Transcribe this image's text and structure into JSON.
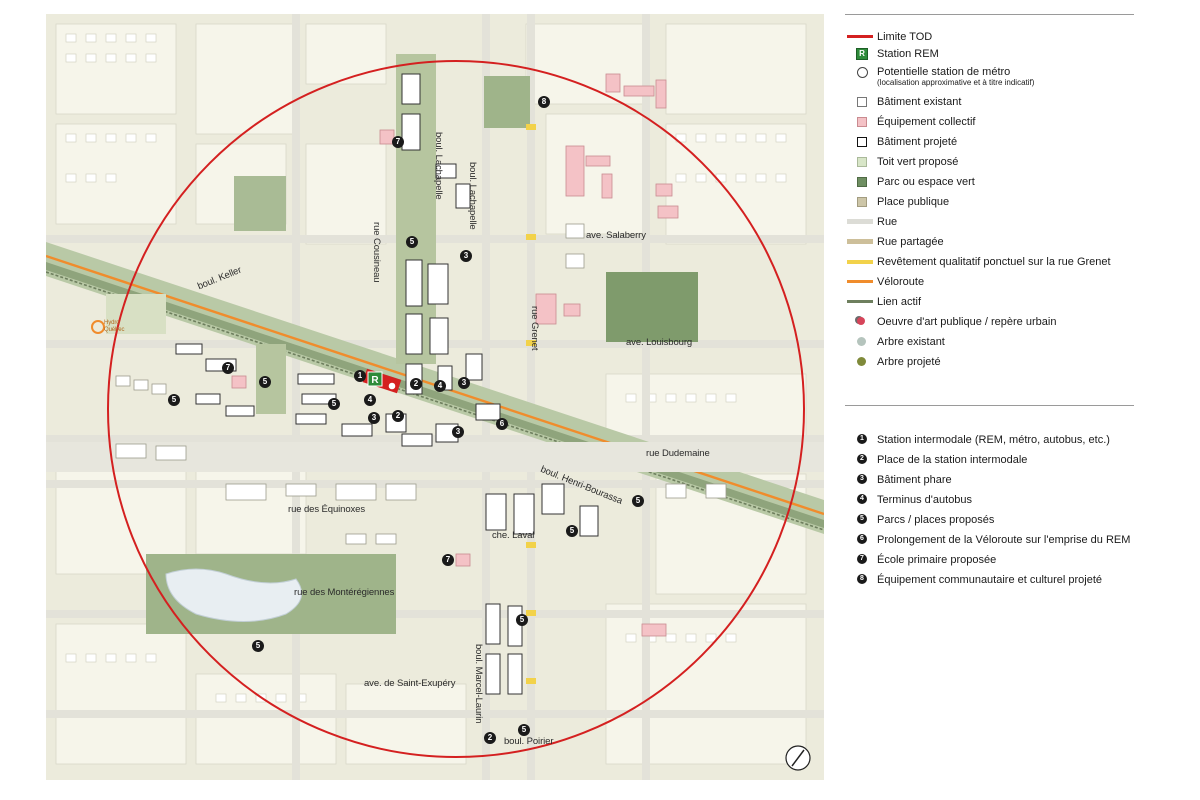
{
  "legend": {
    "items": [
      {
        "label": "Limite TOD",
        "symbol": "red-line",
        "color": "#d42020"
      },
      {
        "label": "Station REM",
        "symbol": "rem-icon",
        "color": "#2e8b3a"
      },
      {
        "label": "Potentielle station de métro",
        "sublabel": "(localisation approximative et à titre indicatif)",
        "symbol": "metro-icon"
      },
      {
        "label": "Bâtiment existant",
        "symbol": "swatch",
        "color": "#ffffff"
      },
      {
        "label": "Équipement collectif",
        "symbol": "swatch",
        "color": "#f4c2c6"
      },
      {
        "label": "Bâtiment projeté",
        "symbol": "swatch-bold",
        "color": "#ffffff"
      },
      {
        "label": "Toit vert proposé",
        "symbol": "swatch-dot",
        "color": "#d8e6c8"
      },
      {
        "label": "Parc ou espace vert",
        "symbol": "swatch",
        "color": "#6f8f62"
      },
      {
        "label": "Place publique",
        "symbol": "swatch",
        "color": "#cdc6a8"
      },
      {
        "label": "Rue",
        "symbol": "line",
        "color": "#dcdcd6"
      },
      {
        "label": "Rue partagée",
        "symbol": "line",
        "color": "#cdbf9a"
      },
      {
        "label": "Revêtement qualitatif ponctuel sur la rue Grenet",
        "symbol": "line",
        "color": "#f2d24a"
      },
      {
        "label": "Véloroute",
        "symbol": "line",
        "color": "#f08c2c"
      },
      {
        "label": "Lien actif",
        "symbol": "line",
        "color": "#6e7f5e"
      },
      {
        "label": "Oeuvre d'art publique /  repère urbain",
        "symbol": "art-icon",
        "color": "#d6455a"
      },
      {
        "label": "Arbre existant",
        "symbol": "tree-icon",
        "color": "#b5c4bd"
      },
      {
        "label": "Arbre projeté",
        "symbol": "tree-icon",
        "color": "#7f8a3a"
      }
    ],
    "numbered": [
      {
        "num": "1",
        "label": "Station intermodale (REM, métro, autobus, etc.)"
      },
      {
        "num": "2",
        "label": "Place de la station intermodale"
      },
      {
        "num": "3",
        "label": "Bâtiment phare"
      },
      {
        "num": "4",
        "label": "Terminus d'autobus"
      },
      {
        "num": "5",
        "label": "Parcs / places proposés"
      },
      {
        "num": "6",
        "label": "Prolongement de la Véloroute sur l'emprise du REM"
      },
      {
        "num": "7",
        "label": "École primaire proposée"
      },
      {
        "num": "8",
        "label": "Équipement communautaire et culturel projeté"
      }
    ]
  },
  "map": {
    "streets": {
      "lachapelle": "boul. Lachapelle",
      "keller": "boul. Keller",
      "cousineau": "rue Cousineau",
      "salaberry": "ave. Salaberry",
      "grenet": "rue Grenet",
      "louisbourg": "ave. Louisbourg",
      "dudemaine": "rue Dudemaine",
      "henri_bourassa": "boul. Henri-Bourassa",
      "equinoxes": "rue des Équinoxes",
      "laval": "che. Laval",
      "monteregiennes": "rue des Montérégiennes",
      "saint_exupery": "ave. de Saint-Exupéry",
      "marcel_laurin": "boul. Marcel-Laurin",
      "poirier": "boul. Poirier"
    },
    "hydro_label": "Hydro Québec",
    "station_label": "R",
    "markers": [
      {
        "num": "8"
      },
      {
        "num": "7"
      },
      {
        "num": "5"
      },
      {
        "num": "3"
      },
      {
        "num": "7"
      },
      {
        "num": "5"
      },
      {
        "num": "1"
      },
      {
        "num": "4"
      },
      {
        "num": "3"
      },
      {
        "num": "2"
      },
      {
        "num": "4"
      },
      {
        "num": "5"
      },
      {
        "num": "5"
      },
      {
        "num": "3"
      },
      {
        "num": "2"
      },
      {
        "num": "3"
      },
      {
        "num": "6"
      },
      {
        "num": "5"
      },
      {
        "num": "5"
      },
      {
        "num": "7"
      },
      {
        "num": "5"
      },
      {
        "num": "5"
      },
      {
        "num": "5"
      },
      {
        "num": "2"
      }
    ]
  },
  "colors": {
    "tod_limit": "#d42020",
    "park": "#9fb48a",
    "velo": "#f08c2c",
    "rail": "#b9c9a6",
    "building": "#ffffff",
    "equipment": "#f4c2c6",
    "road": "#e3e2d9"
  }
}
